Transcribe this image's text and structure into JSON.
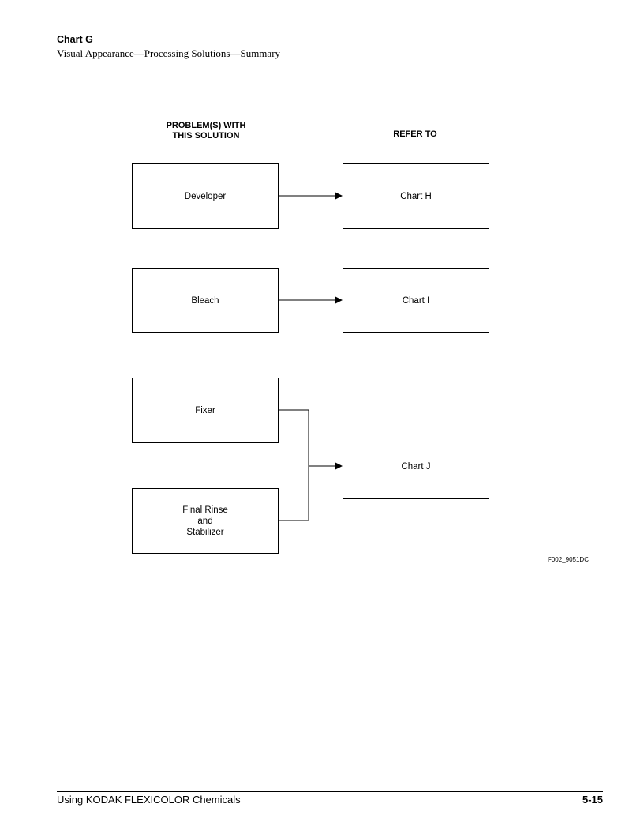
{
  "header": {
    "chart_label": "Chart G",
    "subtitle": "Visual Appearance—Processing Solutions—Summary"
  },
  "columns": {
    "left": "PROBLEM(S) WITH\nTHIS SOLUTION",
    "right": "REFER TO"
  },
  "nodes": {
    "developer": "Developer",
    "bleach": "Bleach",
    "fixer": "Fixer",
    "final_rinse": "Final Rinse\nand\nStabilizer",
    "chart_h": "Chart H",
    "chart_i": "Chart I",
    "chart_j": "Chart J"
  },
  "edges": [
    {
      "from": "developer",
      "to": "chart_h"
    },
    {
      "from": "bleach",
      "to": "chart_i"
    },
    {
      "from": "fixer",
      "to": "chart_j"
    },
    {
      "from": "final_rinse",
      "to": "chart_j"
    }
  ],
  "figure_id": "F002_9051DC",
  "footer": {
    "left": "Using KODAK FLEXICOLOR Chemicals",
    "right": "5-15"
  }
}
